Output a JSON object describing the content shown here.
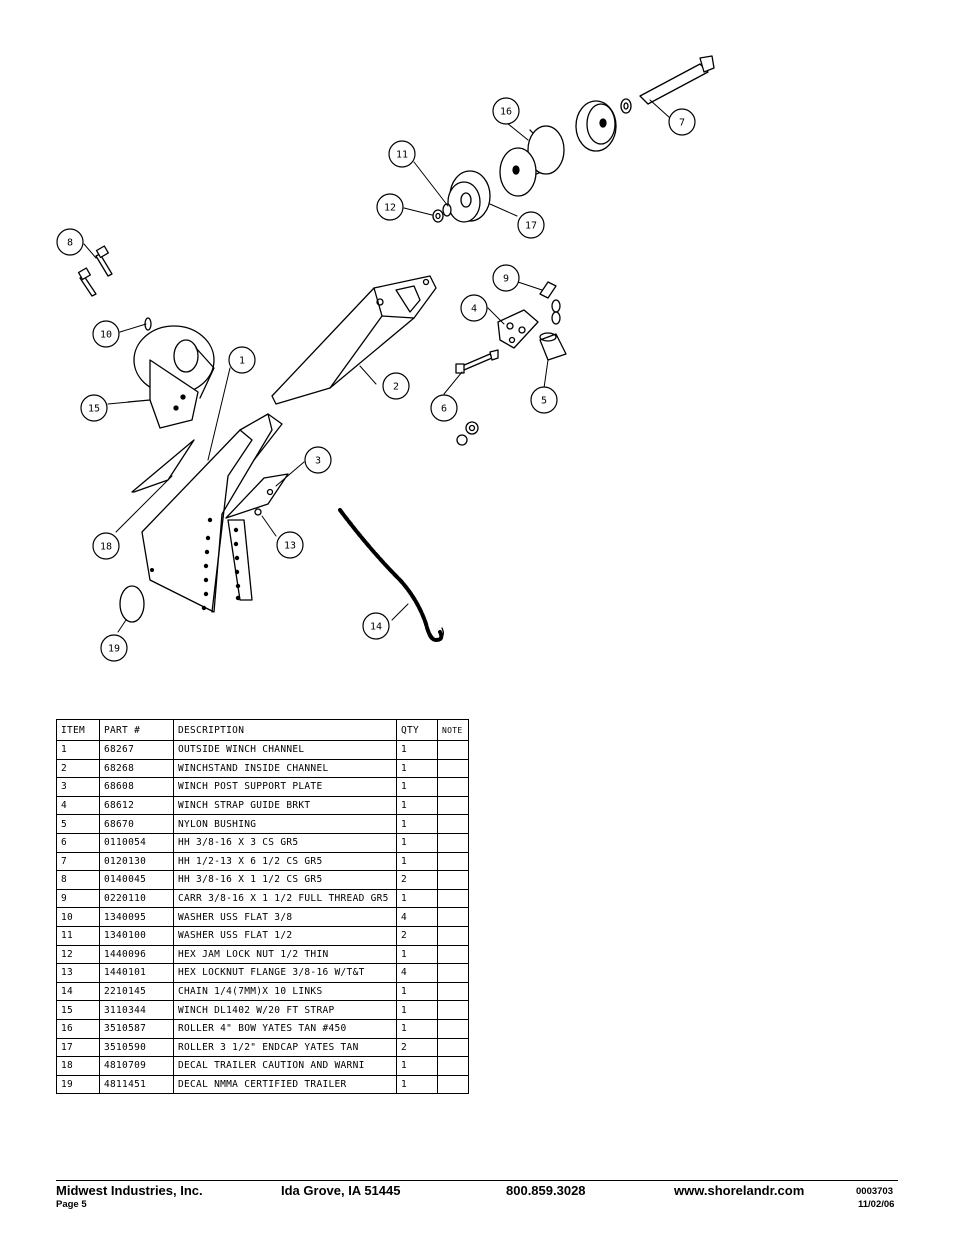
{
  "callouts": [
    {
      "n": "1"
    },
    {
      "n": "2"
    },
    {
      "n": "3"
    },
    {
      "n": "4"
    },
    {
      "n": "5"
    },
    {
      "n": "6"
    },
    {
      "n": "7"
    },
    {
      "n": "8"
    },
    {
      "n": "9"
    },
    {
      "n": "10"
    },
    {
      "n": "11"
    },
    {
      "n": "12"
    },
    {
      "n": "13"
    },
    {
      "n": "14"
    },
    {
      "n": "15"
    },
    {
      "n": "16"
    },
    {
      "n": "17"
    },
    {
      "n": "18"
    },
    {
      "n": "19"
    }
  ],
  "table": {
    "headers": [
      "ITEM",
      "PART #",
      "DESCRIPTION",
      "QTY",
      "NOTE"
    ],
    "rows": [
      [
        "1",
        "68267",
        "OUTSIDE WINCH CHANNEL",
        "1",
        ""
      ],
      [
        "2",
        "68268",
        "WINCHSTAND   INSIDE CHANNEL",
        "1",
        ""
      ],
      [
        "3",
        "68608",
        "WINCH POST SUPPORT PLATE",
        "1",
        ""
      ],
      [
        "4",
        "68612",
        "WINCH STRAP GUIDE BRKT",
        "1",
        ""
      ],
      [
        "5",
        "68670",
        "NYLON BUSHING",
        "1",
        ""
      ],
      [
        "6",
        "0110054",
        "HH 3/8-16 X 3 CS GR5",
        "1",
        ""
      ],
      [
        "7",
        "0120130",
        "HH 1/2-13 X 6 1/2 CS GR5",
        "1",
        ""
      ],
      [
        "8",
        "0140045",
        "HH 3/8-16 X 1 1/2 CS GR5",
        "2",
        ""
      ],
      [
        "9",
        "0220110",
        "CARR 3/8-16 X 1 1/2 FULL THREAD GR5",
        "1",
        ""
      ],
      [
        "10",
        "1340095",
        "WASHER USS FLAT 3/8",
        "4",
        ""
      ],
      [
        "11",
        "1340100",
        "WASHER USS FLAT 1/2",
        "2",
        ""
      ],
      [
        "12",
        "1440096",
        "HEX JAM LOCK NUT 1/2 THIN",
        "1",
        ""
      ],
      [
        "13",
        "1440101",
        "HEX LOCKNUT FLANGE 3/8-16 W/T&T",
        "4",
        ""
      ],
      [
        "14",
        "2210145",
        "CHAIN 1/4(7MM)X 10 LINKS",
        "1",
        ""
      ],
      [
        "15",
        "3110344",
        "WINCH DL1402 W/20 FT STRAP",
        "1",
        ""
      ],
      [
        "16",
        "3510587",
        "ROLLER 4\" BOW YATES TAN #450",
        "1",
        ""
      ],
      [
        "17",
        "3510590",
        "ROLLER 3 1/2\" ENDCAP YATES TAN",
        "2",
        ""
      ],
      [
        "18",
        "4810709",
        "DECAL TRAILER CAUTION AND WARNI",
        "1",
        ""
      ],
      [
        "19",
        "4811451",
        " DECAL NMMA CERTIFIED TRAILER",
        "1",
        ""
      ]
    ]
  },
  "footer": {
    "company": "Midwest Industries, Inc.",
    "location": "Ida Grove, IA  51445",
    "phone": "800.859.3028",
    "website": "www.shorelandr.com",
    "page": "Page 5",
    "doc_number": "0003703",
    "date": "11/02/06"
  }
}
